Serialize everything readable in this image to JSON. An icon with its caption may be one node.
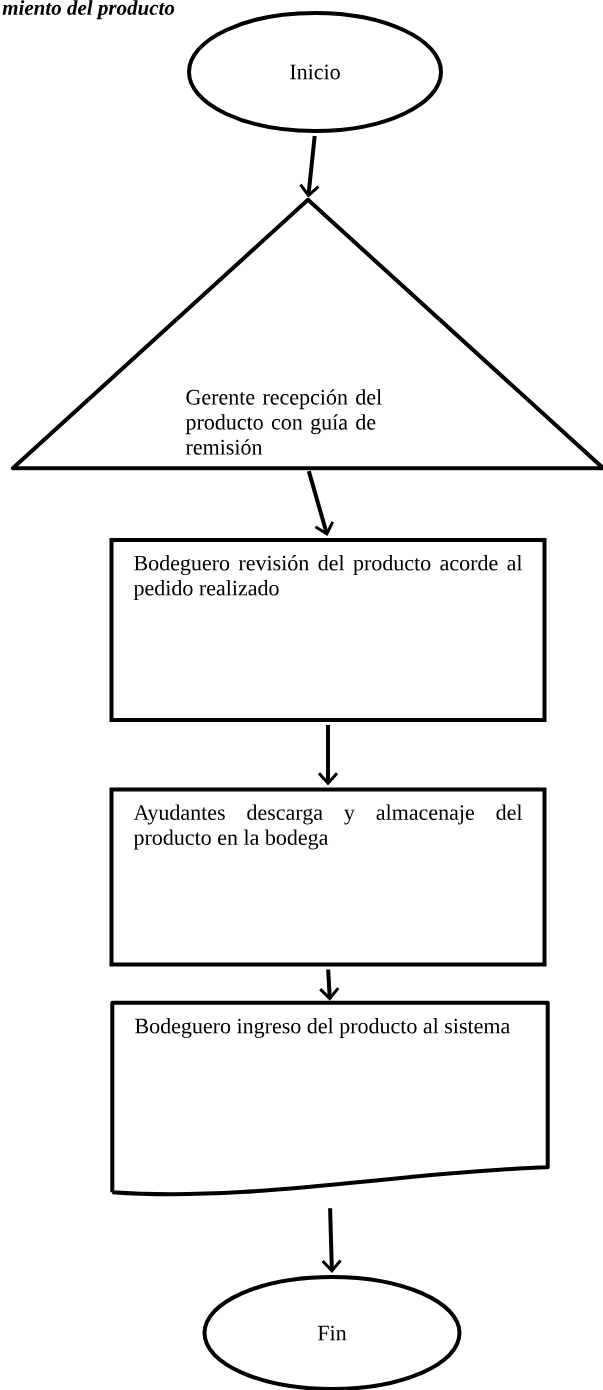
{
  "diagram": {
    "title": "miento del producto",
    "nodes": [
      {
        "text": [
          "Inicio"
        ]
      },
      {
        "text": [
          "Gerente recepción del producto con guía de remisión"
        ]
      },
      {
        "text": [
          "Bodeguero revisión del producto acorde al pedido realizado"
        ]
      },
      {
        "text": [
          "Ayudantes descarga y almacenaje del producto en la bodega"
        ]
      },
      {
        "text": [
          "Bodeguero ingreso del producto al sistema"
        ]
      },
      {
        "text": [
          "Fin"
        ]
      }
    ],
    "edges": [
      {
        "from": 0,
        "to": 1,
        "arrow": "to"
      },
      {
        "from": 1,
        "to": 2,
        "arrow": "to"
      },
      {
        "from": 2,
        "to": 3,
        "arrow": "to"
      },
      {
        "from": 3,
        "to": 4,
        "arrow": "to"
      },
      {
        "from": 4,
        "to": 5,
        "arrow": "to"
      }
    ]
  }
}
